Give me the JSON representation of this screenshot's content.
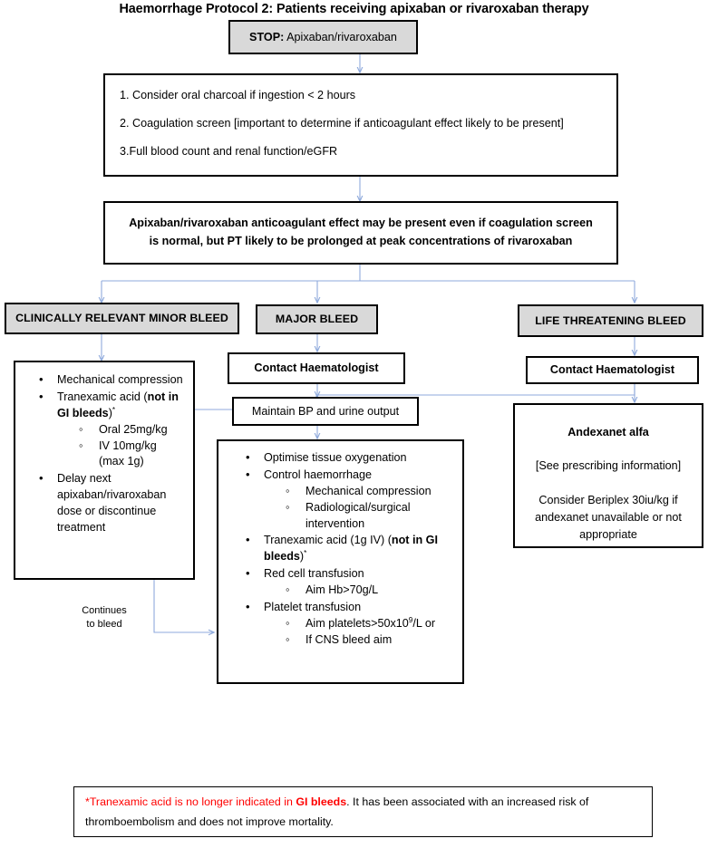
{
  "title": "Haemorrhage Protocol 2: Patients receiving apixaban or rivaroxaban therapy",
  "stop_box": {
    "label_bold": "STOP:",
    "label_rest": " Apixaban/rivaroxaban"
  },
  "assessment_box": {
    "line1": "1. Consider oral charcoal if ingestion < 2 hours",
    "line2": "2. Coagulation screen [important to determine if anticoagulant effect likely to be present]",
    "line3": "3.Full blood count and renal function/eGFR"
  },
  "effect_box": {
    "text": "Apixaban/rivaroxaban anticoagulant effect may be present even if coagulation screen is normal, but PT likely to be prolonged at peak concentrations of rivaroxaban"
  },
  "branches": {
    "minor_header": "CLINICALLY RELEVANT MINOR BLEED",
    "major_header": "MAJOR BLEED",
    "life_header": "LIFE THREATENING BLEED"
  },
  "minor_branch": {
    "b1": "Mechanical compression",
    "b2_pre": "Tranexamic acid (",
    "b2_bold": "not in GI bleeds",
    "b2_post": ")",
    "b2_sup": "*",
    "b2_sub1": "Oral 25mg/kg",
    "b2_sub2": "IV 10mg/kg",
    "b2_sub2_cont": "(max 1g)",
    "b3": "Delay next apixaban/rivaroxaban dose or discontinue treatment",
    "continues_label_line1": "Continues",
    "continues_label_line2": "to bleed"
  },
  "major_branch": {
    "contact": "Contact Haematologist",
    "maintain": "Maintain BP and urine output",
    "b1": "Optimise tissue oxygenation",
    "b2": "Control haemorrhage",
    "b2_sub1": "Mechanical compression",
    "b2_sub2": "Radiological/surgical intervention",
    "b3_pre": "Tranexamic acid (1g IV) (",
    "b3_bold": "not in GI bleeds",
    "b3_post": ")",
    "b3_sup": "*",
    "b4": "Red cell transfusion",
    "b4_sub1": "Aim Hb>70g/L",
    "b5": "Platelet transfusion",
    "b5_sub1_pre": "Aim platelets>50x10",
    "b5_sub1_sup": "9",
    "b5_sub1_post": "/L or",
    "b5_sub2": "If CNS bleed aim"
  },
  "life_branch": {
    "contact": "Contact Haematologist",
    "andexanet_title": "Andexanet alfa",
    "prescribing": "[See prescribing information]",
    "beriplex": "Consider Beriplex 30iu/kg if andexanet unavailable or not appropriate"
  },
  "footnote": {
    "star": "*",
    "red_part1": "Tranexamic acid is no longer indicated in ",
    "red_bold": "GI bleeds",
    "black_part": ".  It has been associated with an increased risk of thromboembolism and does not improve mortality."
  },
  "colors": {
    "shaded_box": "#d9d9d9",
    "connector": "#8faadc",
    "border": "#000000",
    "warning_red": "#ff0000"
  }
}
